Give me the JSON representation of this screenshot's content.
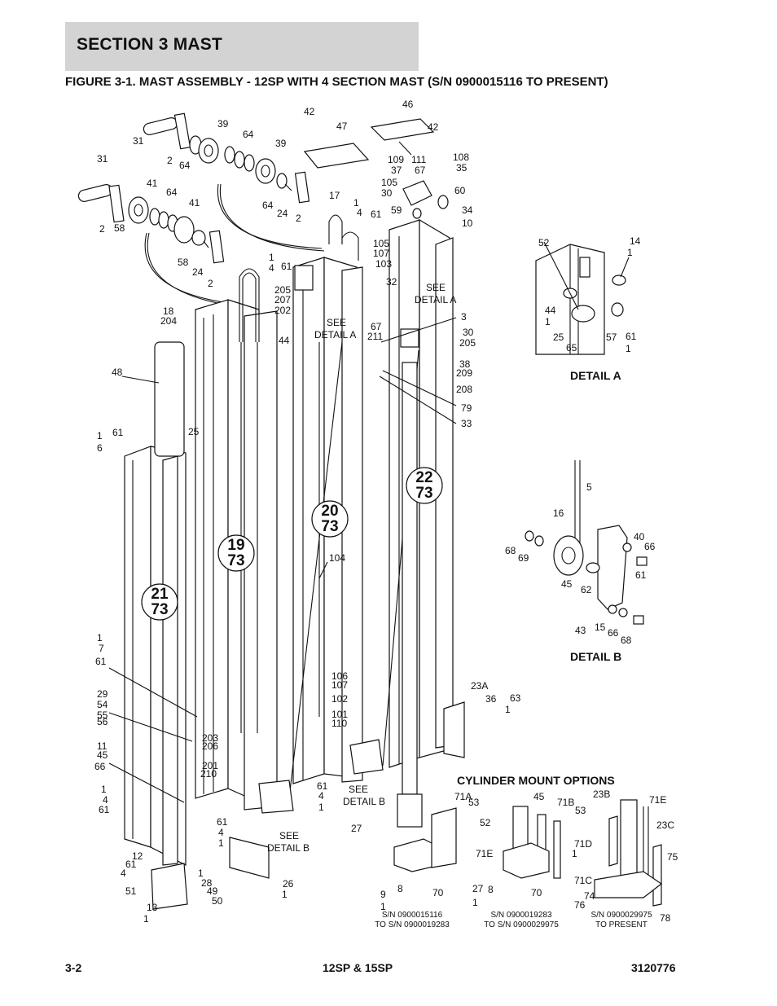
{
  "section": {
    "title": "SECTION 3   MAST"
  },
  "figure": {
    "title": "FIGURE 3-1. MAST ASSEMBLY - 12SP WITH 4 SECTION MAST (S/N 0900015116 TO PRESENT)"
  },
  "callouts": [
    {
      "text": "31"
    },
    {
      "text": "2"
    },
    {
      "text": "64"
    },
    {
      "text": "39"
    },
    {
      "text": "64"
    },
    {
      "text": "39"
    },
    {
      "text": "31"
    },
    {
      "text": "41"
    },
    {
      "text": "64"
    },
    {
      "text": "2"
    },
    {
      "text": "58"
    },
    {
      "text": "41"
    },
    {
      "text": "58"
    },
    {
      "text": "24"
    },
    {
      "text": "2"
    },
    {
      "text": "64"
    },
    {
      "text": "24"
    },
    {
      "text": "2"
    },
    {
      "text": "42"
    },
    {
      "text": "47"
    },
    {
      "text": "46"
    },
    {
      "text": "42"
    },
    {
      "text": "109"
    },
    {
      "text": "37"
    },
    {
      "text": "111"
    },
    {
      "text": "67"
    },
    {
      "text": "108"
    },
    {
      "text": "35"
    },
    {
      "text": "105"
    },
    {
      "text": "30"
    },
    {
      "text": "60"
    },
    {
      "text": "59"
    },
    {
      "text": "34"
    },
    {
      "text": "10"
    },
    {
      "text": "17"
    },
    {
      "text": "1"
    },
    {
      "text": "4"
    },
    {
      "text": "61"
    },
    {
      "text": "105"
    },
    {
      "text": "107"
    },
    {
      "text": "103"
    },
    {
      "text": "1"
    },
    {
      "text": "4"
    },
    {
      "text": "61"
    },
    {
      "text": "205"
    },
    {
      "text": "207"
    },
    {
      "text": "202"
    },
    {
      "text": "32"
    },
    {
      "text": "SEE"
    },
    {
      "text": "DETAIL A"
    },
    {
      "text": "18"
    },
    {
      "text": "204"
    },
    {
      "text": "44"
    },
    {
      "text": "SEE"
    },
    {
      "text": "DETAIL A"
    },
    {
      "text": "3"
    },
    {
      "text": "67"
    },
    {
      "text": "211"
    },
    {
      "text": "30"
    },
    {
      "text": "205"
    },
    {
      "text": "38"
    },
    {
      "text": "209"
    },
    {
      "text": "208"
    },
    {
      "text": "79"
    },
    {
      "text": "33"
    },
    {
      "text": "48"
    },
    {
      "text": "1"
    },
    {
      "text": "6"
    },
    {
      "text": "61"
    },
    {
      "text": "25"
    },
    {
      "text": "104"
    },
    {
      "text": "1"
    },
    {
      "text": "7"
    },
    {
      "text": "61"
    },
    {
      "text": "29"
    },
    {
      "text": "54"
    },
    {
      "text": "55"
    },
    {
      "text": "56"
    },
    {
      "text": "11"
    },
    {
      "text": "45"
    },
    {
      "text": "66"
    },
    {
      "text": "1"
    },
    {
      "text": "4"
    },
    {
      "text": "61"
    },
    {
      "text": "203"
    },
    {
      "text": "206"
    },
    {
      "text": "201"
    },
    {
      "text": "210"
    },
    {
      "text": "106"
    },
    {
      "text": "107"
    },
    {
      "text": "102"
    },
    {
      "text": "101"
    },
    {
      "text": "110"
    },
    {
      "text": "61"
    },
    {
      "text": "4"
    },
    {
      "text": "1"
    },
    {
      "text": "SEE"
    },
    {
      "text": "DETAIL B"
    },
    {
      "text": "61"
    },
    {
      "text": "4"
    },
    {
      "text": "1"
    },
    {
      "text": "SEE"
    },
    {
      "text": "DETAIL B"
    },
    {
      "text": "12"
    },
    {
      "text": "61"
    },
    {
      "text": "4"
    },
    {
      "text": "1"
    },
    {
      "text": "28"
    },
    {
      "text": "49"
    },
    {
      "text": "50"
    },
    {
      "text": "51"
    },
    {
      "text": "13"
    },
    {
      "text": "1"
    },
    {
      "text": "26"
    },
    {
      "text": "1"
    },
    {
      "text": "27"
    },
    {
      "text": "23A"
    },
    {
      "text": "36"
    },
    {
      "text": "63"
    },
    {
      "text": "1"
    },
    {
      "text": "9"
    },
    {
      "text": "1"
    },
    {
      "text": "8"
    },
    {
      "text": "70"
    },
    {
      "text": "71A"
    },
    {
      "text": "53"
    },
    {
      "text": "52"
    },
    {
      "text": "14"
    },
    {
      "text": "1"
    },
    {
      "text": "44"
    },
    {
      "text": "1"
    },
    {
      "text": "25"
    },
    {
      "text": "65"
    },
    {
      "text": "57"
    },
    {
      "text": "61"
    },
    {
      "text": "1"
    },
    {
      "text": "5"
    },
    {
      "text": "16"
    },
    {
      "text": "40"
    },
    {
      "text": "66"
    },
    {
      "text": "68"
    },
    {
      "text": "69"
    },
    {
      "text": "61"
    },
    {
      "text": "45"
    },
    {
      "text": "62"
    },
    {
      "text": "43"
    },
    {
      "text": "15"
    },
    {
      "text": "66"
    },
    {
      "text": "68"
    },
    {
      "text": "45"
    },
    {
      "text": "71B"
    },
    {
      "text": "53"
    },
    {
      "text": "52"
    },
    {
      "text": "23B"
    },
    {
      "text": "71E"
    },
    {
      "text": "23C"
    },
    {
      "text": "71E"
    },
    {
      "text": "71D"
    },
    {
      "text": "1"
    },
    {
      "text": "75"
    },
    {
      "text": "27"
    },
    {
      "text": "1"
    },
    {
      "text": "8"
    },
    {
      "text": "70"
    },
    {
      "text": "71C"
    },
    {
      "text": "74"
    },
    {
      "text": "76"
    },
    {
      "text": "78"
    },
    {
      "text": "74"
    }
  ],
  "circled": [
    {
      "top": "22",
      "bottom": "73"
    },
    {
      "top": "20",
      "bottom": "73"
    },
    {
      "top": "19",
      "bottom": "73"
    },
    {
      "top": "21",
      "bottom": "73"
    }
  ],
  "details": {
    "a_title": "DETAIL A",
    "b_title": "DETAIL B",
    "cyl_title": "CYLINDER MOUNT OPTIONS"
  },
  "sn_ranges": [
    {
      "line1": "S/N 0900015116",
      "line2": "TO S/N 0900019283"
    },
    {
      "line1": "S/N 0900019283",
      "line2": "TO S/N 0900029975"
    },
    {
      "line1": "S/N 0900029975",
      "line2": "TO PRESENT"
    }
  ],
  "footer": {
    "page": "3-2",
    "model": "12SP & 15SP",
    "doc_number": "3120776"
  }
}
